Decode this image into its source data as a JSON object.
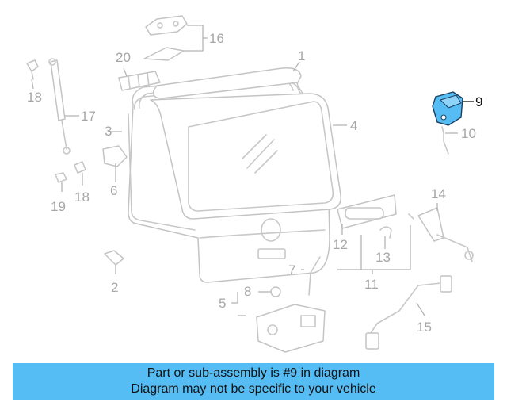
{
  "diagram": {
    "highlight_color": "#55bdf4",
    "highlighted_part": "9",
    "labels": [
      {
        "id": "1",
        "text": "1"
      },
      {
        "id": "2",
        "text": "2"
      },
      {
        "id": "3",
        "text": "3"
      },
      {
        "id": "4",
        "text": "4"
      },
      {
        "id": "5",
        "text": "5"
      },
      {
        "id": "6",
        "text": "6"
      },
      {
        "id": "7",
        "text": "7"
      },
      {
        "id": "8",
        "text": "8"
      },
      {
        "id": "9",
        "text": "9"
      },
      {
        "id": "10",
        "text": "10"
      },
      {
        "id": "11",
        "text": "11"
      },
      {
        "id": "12",
        "text": "12"
      },
      {
        "id": "13",
        "text": "13"
      },
      {
        "id": "14",
        "text": "14"
      },
      {
        "id": "15",
        "text": "15"
      },
      {
        "id": "16",
        "text": "16"
      },
      {
        "id": "17",
        "text": "17"
      },
      {
        "id": "18a",
        "text": "18"
      },
      {
        "id": "18b",
        "text": "18"
      },
      {
        "id": "19",
        "text": "19"
      },
      {
        "id": "20",
        "text": "20"
      }
    ]
  },
  "banner": {
    "line1": "Part or sub-assembly is #9 in diagram",
    "line2": "Diagram may not be specific to your vehicle",
    "background": "#55bdf4"
  }
}
